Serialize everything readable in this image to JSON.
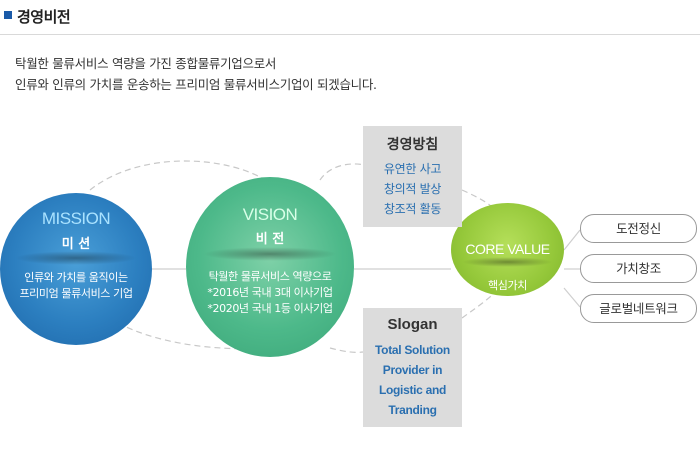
{
  "header": {
    "title": "경영비전"
  },
  "intro": {
    "line1": "탁월한 물류서비스 역량을 가진 종합물류기업으로서",
    "line2": "인류와 인류의 가치를 운송하는 프리미엄 물류서비스기업이 되겠습니다."
  },
  "mission": {
    "en": "MISSION",
    "ko": "미 션",
    "line1": "인류와 가치를 움직이는",
    "line2": "프리미엄 물류서비스 기업"
  },
  "vision": {
    "en": "VISION",
    "ko": "비 전",
    "line1": "탁월한 물류서비스 역량으로",
    "line2": "*2016년 국내 3대 이사기업",
    "line3": "*2020년 국내 1등 이사기업"
  },
  "policy": {
    "title": "경영방침",
    "items": [
      "유연한 사고",
      "창의적 발상",
      "창조적 활동"
    ]
  },
  "slogan": {
    "title": "Slogan",
    "items": [
      "Total Solution",
      "Provider in",
      "Logistic and",
      "Tranding"
    ]
  },
  "core": {
    "en": "CORE VALUE",
    "ko": "핵심가치"
  },
  "values": [
    "도전정신",
    "가치창조",
    "글로벌네트워크"
  ],
  "colors": {
    "accent": "#1a5aa8",
    "mission": "#2c7fc0",
    "vision": "#4db98a",
    "core": "#95c83a",
    "box_text": "#2a6fb0"
  }
}
